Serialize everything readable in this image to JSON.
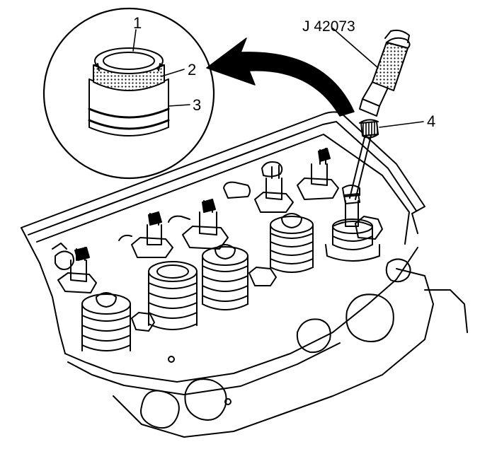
{
  "callouts": {
    "item_1": "1",
    "item_2": "2",
    "item_3": "3",
    "item_4": "4",
    "tool_number": "J 42073"
  },
  "colors": {
    "ink": "#000000",
    "paper": "#ffffff"
  }
}
